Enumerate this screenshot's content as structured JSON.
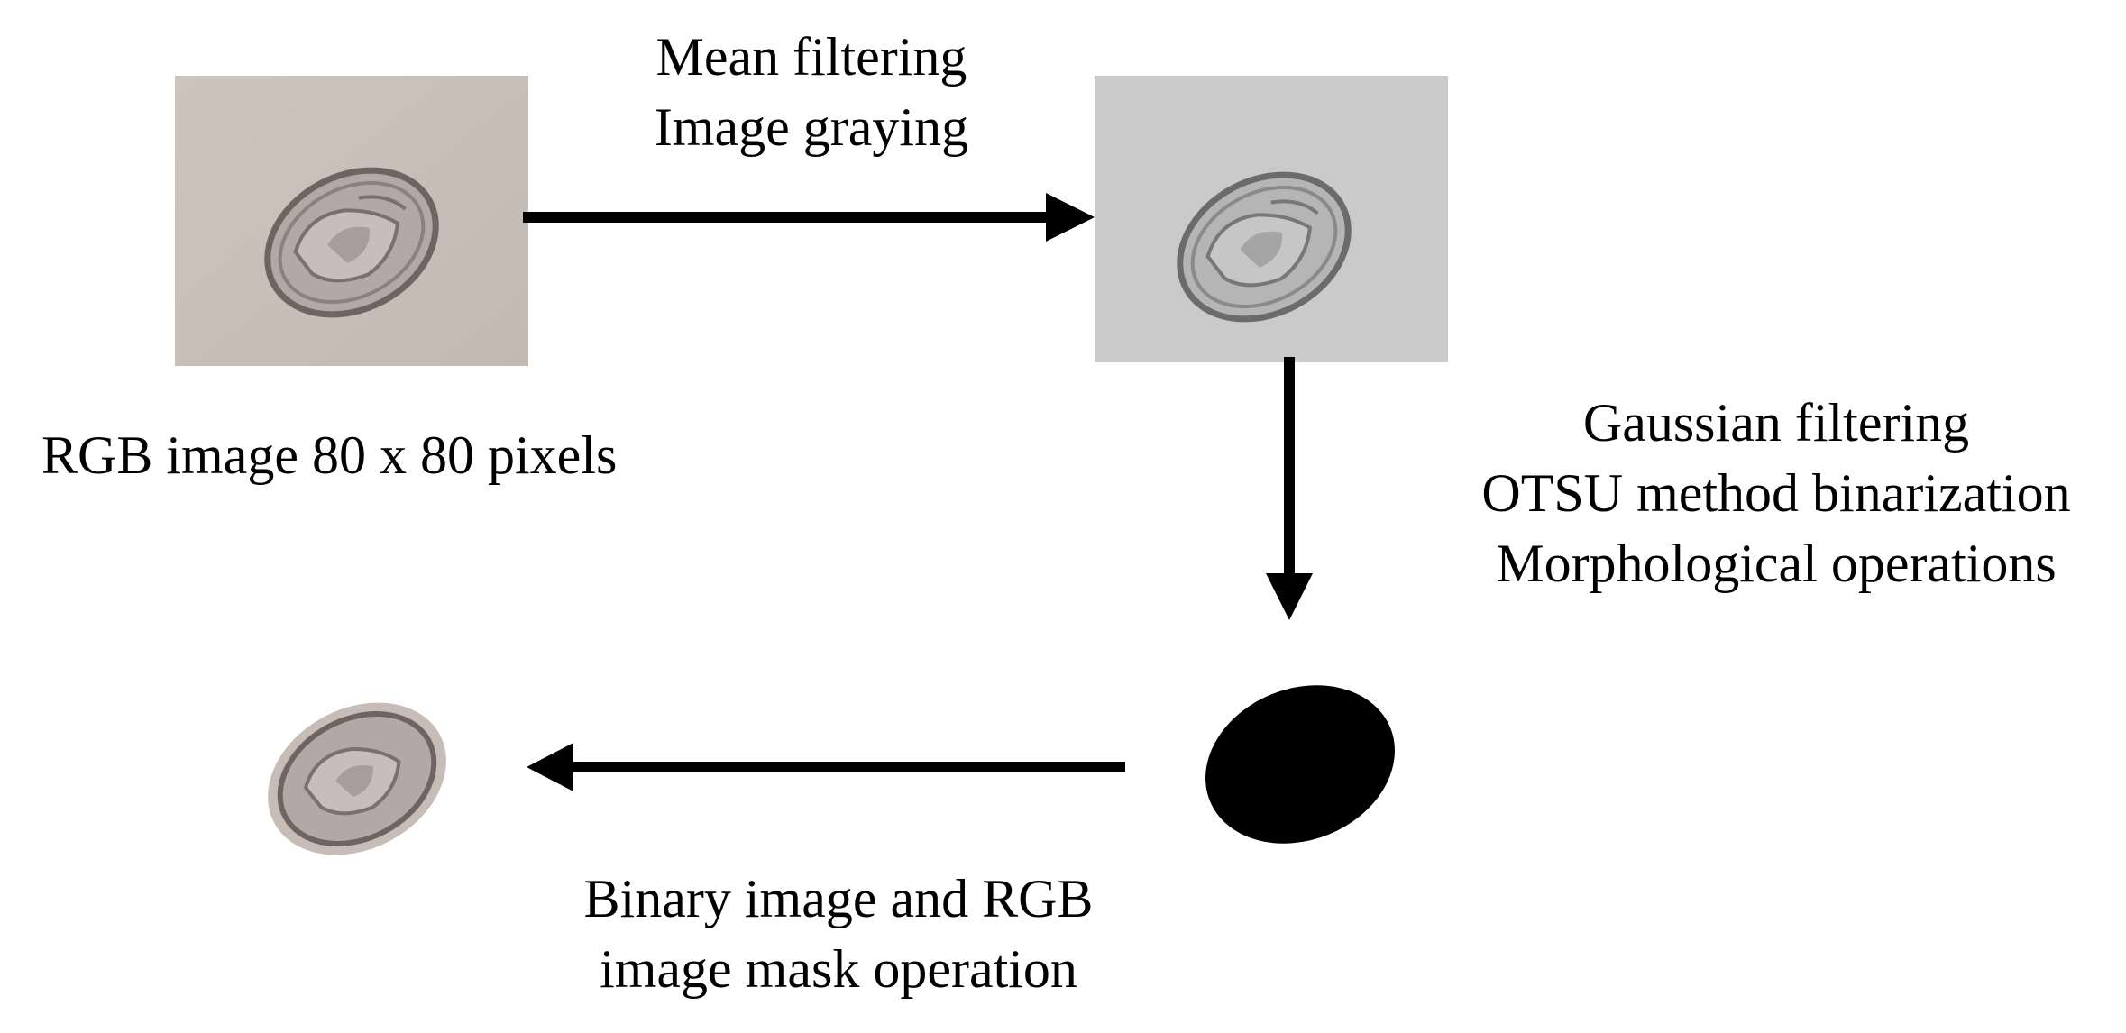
{
  "diagram": {
    "steps": {
      "mean_filtering": {
        "lines": [
          "Mean filtering",
          "Image graying"
        ]
      },
      "rgb_caption": {
        "text": "RGB image 80 x 80 pixels"
      },
      "gaussian": {
        "lines": [
          "Gaussian filtering",
          "OTSU method binarization",
          "Morphological operations"
        ]
      },
      "mask": {
        "lines": [
          "Binary image and RGB",
          "image mask operation"
        ]
      }
    },
    "colors": {
      "rgb_background": "#c8c0b8",
      "gray_background": "#c9c9c9",
      "arrow": "#000000",
      "mask_fill": "#000000"
    }
  }
}
